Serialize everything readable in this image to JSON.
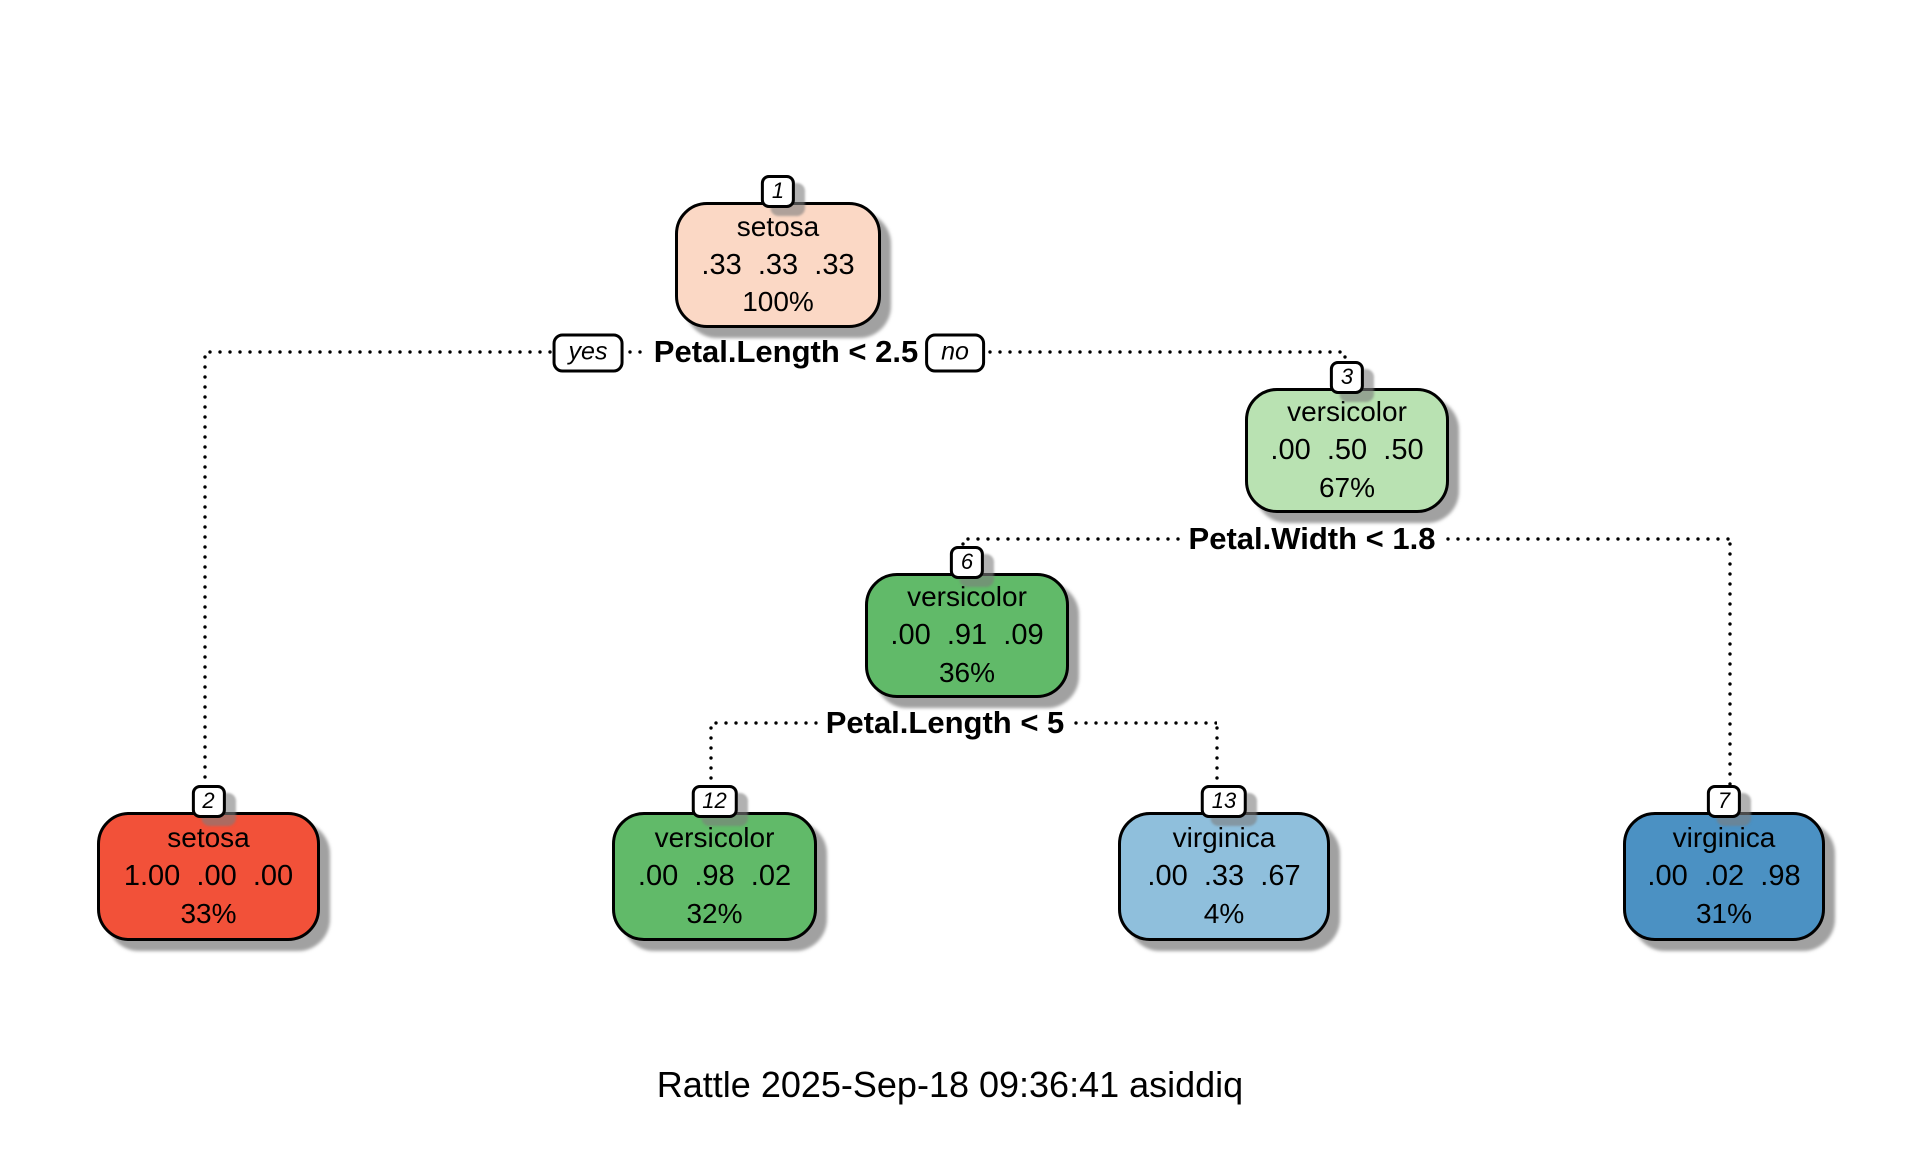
{
  "diagram": {
    "type": "decision-tree",
    "caption": "Rattle 2025-Sep-18 09:36:41 asiddiq",
    "splits": [
      {
        "label": "Petal.Length < 2.5",
        "yes": "yes",
        "no": "no"
      },
      {
        "label": "Petal.Width < 1.8"
      },
      {
        "label": "Petal.Length < 5"
      }
    ],
    "nodes": {
      "1": {
        "id": "1",
        "label": "setosa",
        "probs": ".33  .33  .33",
        "percent": "100%",
        "color": "#FBD8C5"
      },
      "2": {
        "id": "2",
        "label": "setosa",
        "probs": "1.00  .00  .00",
        "percent": "33%",
        "color": "#F25139"
      },
      "3": {
        "id": "3",
        "label": "versicolor",
        "probs": ".00  .50  .50",
        "percent": "67%",
        "color": "#B9E2B2"
      },
      "6": {
        "id": "6",
        "label": "versicolor",
        "probs": ".00  .91  .09",
        "percent": "36%",
        "color": "#61BA69"
      },
      "12": {
        "id": "12",
        "label": "versicolor",
        "probs": ".00  .98  .02",
        "percent": "32%",
        "color": "#61BA69"
      },
      "13": {
        "id": "13",
        "label": "virginica",
        "probs": ".00  .33  .67",
        "percent": "4%",
        "color": "#8FBFDC"
      },
      "7": {
        "id": "7",
        "label": "virginica",
        "probs": ".00  .02  .98",
        "percent": "31%",
        "color": "#4B91C3"
      }
    }
  }
}
